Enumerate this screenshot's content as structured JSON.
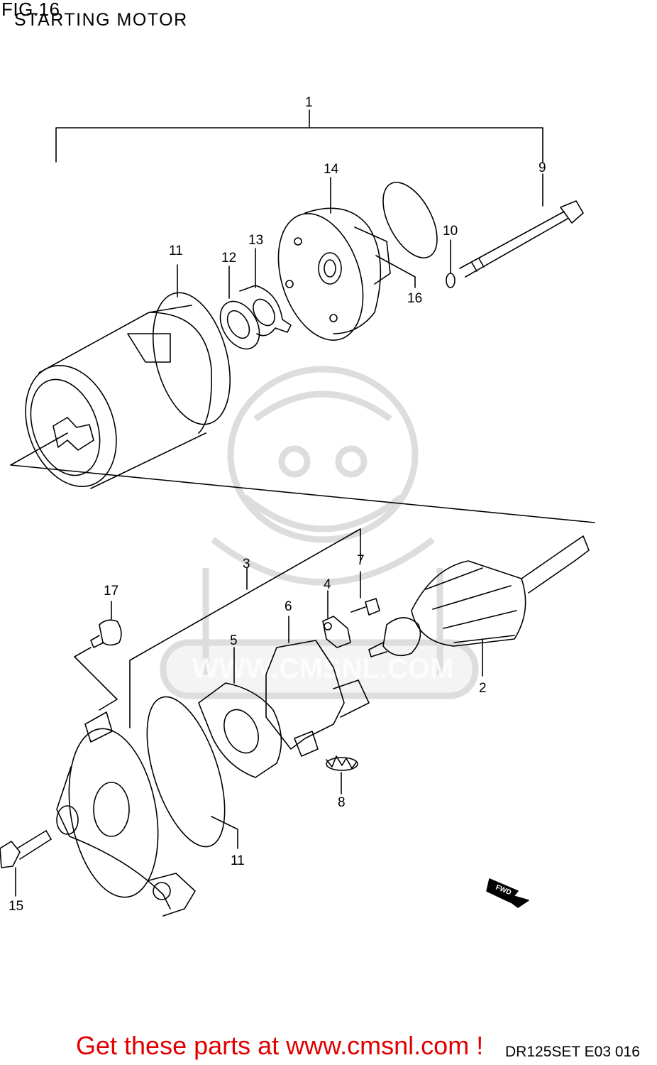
{
  "header": {
    "figure_no": "FIG.16",
    "title": "STARTING MOTOR"
  },
  "watermark": {
    "text": "WWW.CMSNL.COM"
  },
  "callouts": [
    {
      "id": "c1",
      "label": "1"
    },
    {
      "id": "c2",
      "label": "2"
    },
    {
      "id": "c3",
      "label": "3"
    },
    {
      "id": "c4",
      "label": "4"
    },
    {
      "id": "c5",
      "label": "5"
    },
    {
      "id": "c6",
      "label": "6"
    },
    {
      "id": "c7",
      "label": "7"
    },
    {
      "id": "c8",
      "label": "8"
    },
    {
      "id": "c9",
      "label": "9"
    },
    {
      "id": "c10",
      "label": "10"
    },
    {
      "id": "c11a",
      "label": "11"
    },
    {
      "id": "c11b",
      "label": "11"
    },
    {
      "id": "c12",
      "label": "12"
    },
    {
      "id": "c13",
      "label": "13"
    },
    {
      "id": "c14",
      "label": "14"
    },
    {
      "id": "c15",
      "label": "15"
    },
    {
      "id": "c16",
      "label": "16"
    },
    {
      "id": "c17",
      "label": "17"
    }
  ],
  "fwd_arrow": {
    "label": "FWD"
  },
  "footer": {
    "promo": "Get these parts at www.cmsnl.com !",
    "diagram_code": "DR125SET E03  016"
  }
}
